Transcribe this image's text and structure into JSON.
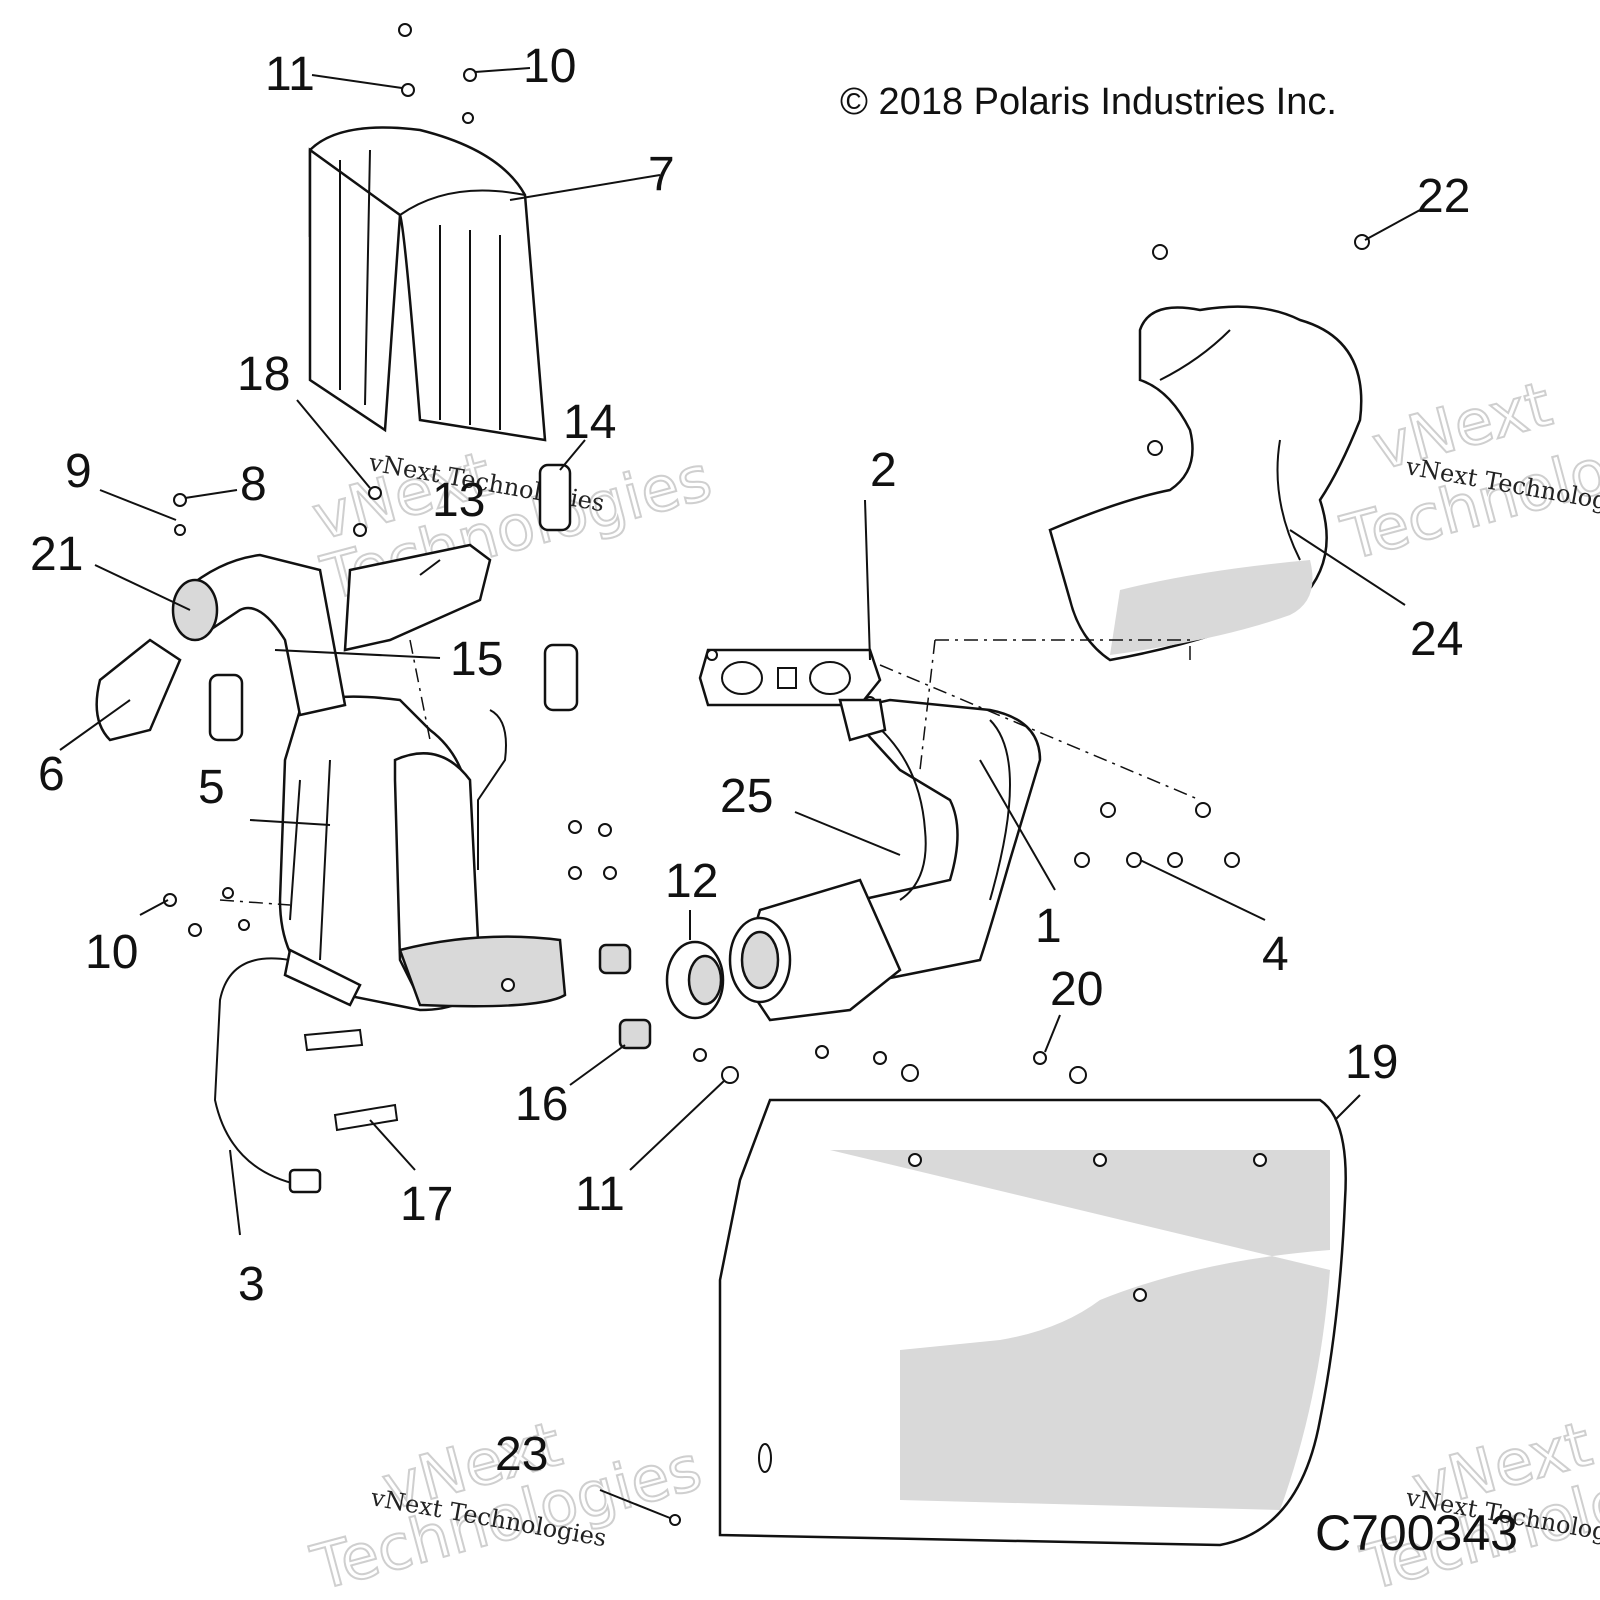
{
  "copyright": "© 2018 Polaris Industries Inc.",
  "drawing_id": "C700343",
  "watermark": {
    "small": "vNext Technologies",
    "big_line1": "vNext",
    "big_line2": "Technologies"
  },
  "callouts": {
    "c1": "1",
    "c2": "2",
    "c3": "3",
    "c4": "4",
    "c5": "5",
    "c6": "6",
    "c7": "7",
    "c8": "8",
    "c9": "9",
    "c10a": "10",
    "c10b": "10",
    "c11a": "11",
    "c11b": "11",
    "c12": "12",
    "c13": "13",
    "c14": "14",
    "c15": "15",
    "c16": "16",
    "c17": "17",
    "c18": "18",
    "c19": "19",
    "c20": "20",
    "c21": "21",
    "c22": "22",
    "c23": "23",
    "c24": "24",
    "c25": "25"
  }
}
